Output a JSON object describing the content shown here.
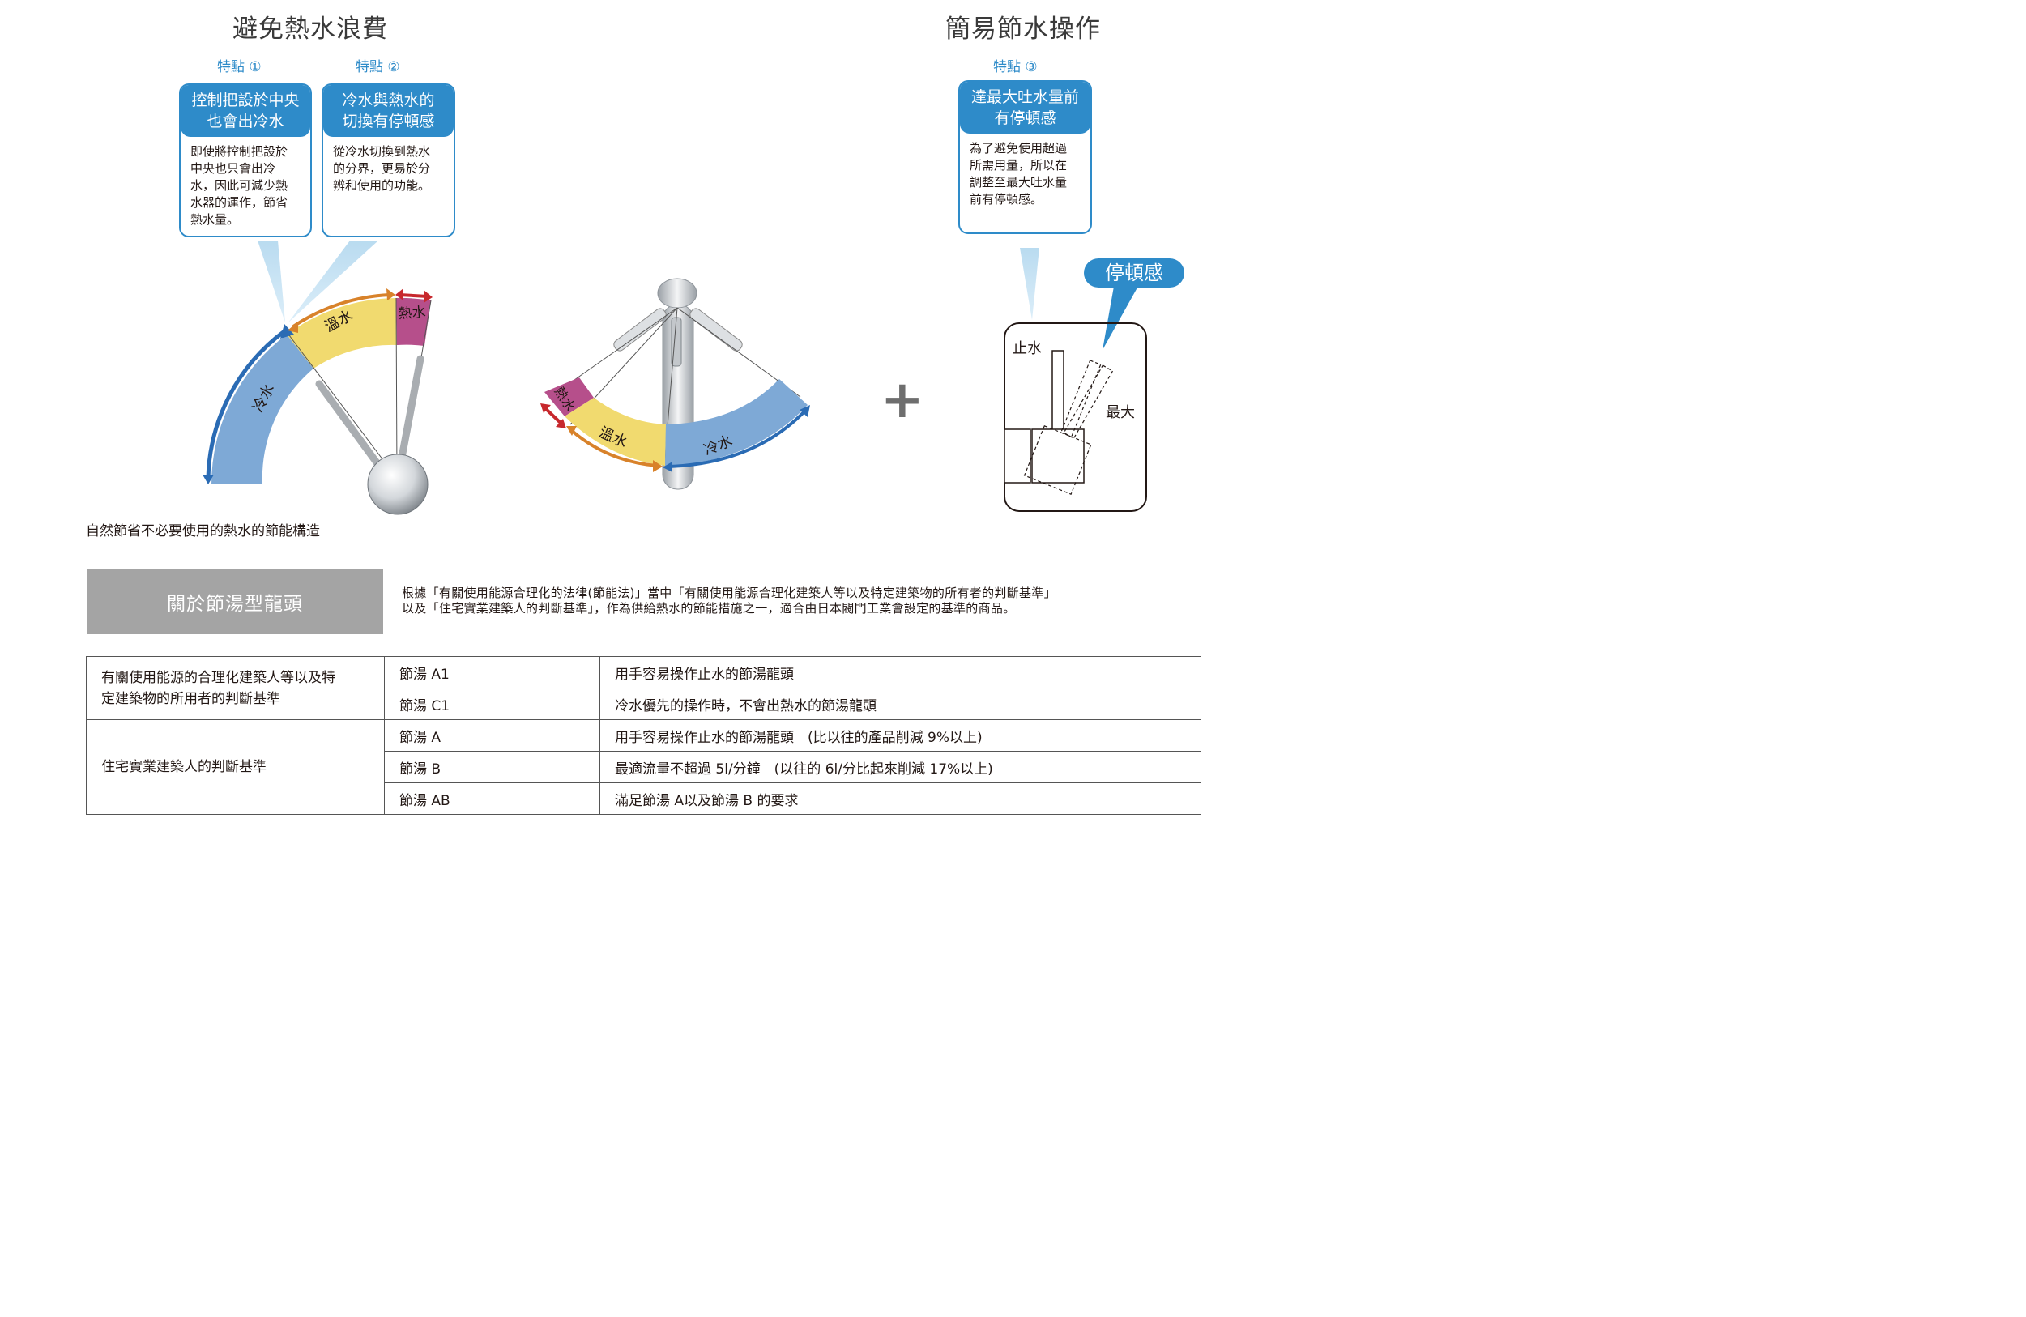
{
  "left_section": {
    "title": "避免熱水浪費",
    "features": [
      {
        "label": "特點 ①",
        "heading_line1": "控制把設於中央",
        "heading_line2": "也會出冷水",
        "body": [
          "即使將控制把設於",
          "中央也只會出冷",
          "水，因此可減少熱",
          "水器的運作，節省",
          "熱水量。"
        ]
      },
      {
        "label": "特點 ②",
        "heading_line1": "冷水與熱水的",
        "heading_line2": "切換有停頓感",
        "body": [
          "從冷水切換到熱水",
          "的分界，更易於分",
          "辨和使用的功能。"
        ]
      }
    ],
    "caption": "自然節省不必要使用的熱水的節能構造"
  },
  "dial_labels": {
    "cold": "冷水",
    "warm": "溫水",
    "hot": "熱水"
  },
  "right_section": {
    "title": "簡易節水操作",
    "feature": {
      "label": "特點 ③",
      "heading_line1": "達最大吐水量前",
      "heading_line2": "有停頓感",
      "body": [
        "為了避免使用超過",
        "所需用量，所以在",
        "調整至最大吐水量",
        "前有停頓感。"
      ]
    },
    "callout": "停頓感",
    "stop_label": "止水",
    "max_label": "最大"
  },
  "plus_symbol": "+",
  "info": {
    "banner": "關於節湯型龍頭",
    "description_line1": "根據「有關使用能源合理化的法律(節能法)」當中「有關使用能源合理化建築人等以及特定建築物的所有者的判斷基準」",
    "description_line2": "以及「住宅實業建築人的判斷基準」，作為供給熱水的節能措施之一，適合由日本閥門工業會設定的基準的商品。"
  },
  "table": {
    "group1": {
      "category_line1": "有關使用能源的合理化建築人等以及特",
      "category_line2": "定建築物的所用者的判斷基準",
      "rows": [
        {
          "code": "節湯 A1",
          "desc": "用手容易操作止水的節湯龍頭"
        },
        {
          "code": "節湯 C1",
          "desc": "冷水優先的操作時，不會出熱水的節湯龍頭"
        }
      ]
    },
    "group2": {
      "category": "住宅實業建築人的判斷基準",
      "rows": [
        {
          "code": "節湯 A",
          "desc": "用手容易操作止水的節湯龍頭　(比以往的產品削減 9%以上)"
        },
        {
          "code": "節湯 B",
          "desc": "最適流量不超過 5l/分鐘　(以往的 6l/分比起來削減 17%以上)"
        },
        {
          "code": "節湯 AB",
          "desc": "滿足節湯 A以及節湯 B 的要求"
        }
      ]
    }
  },
  "colors": {
    "blue": "#2e8bc9",
    "cold": "#7ea9d6",
    "warm": "#f1da6f",
    "hot": "#b64f8b",
    "cold_arrow": "#2a6bb4",
    "warm_arrow": "#d8822a",
    "hot_arrow": "#c7282d",
    "banner_gray": "#a4a4a4"
  }
}
